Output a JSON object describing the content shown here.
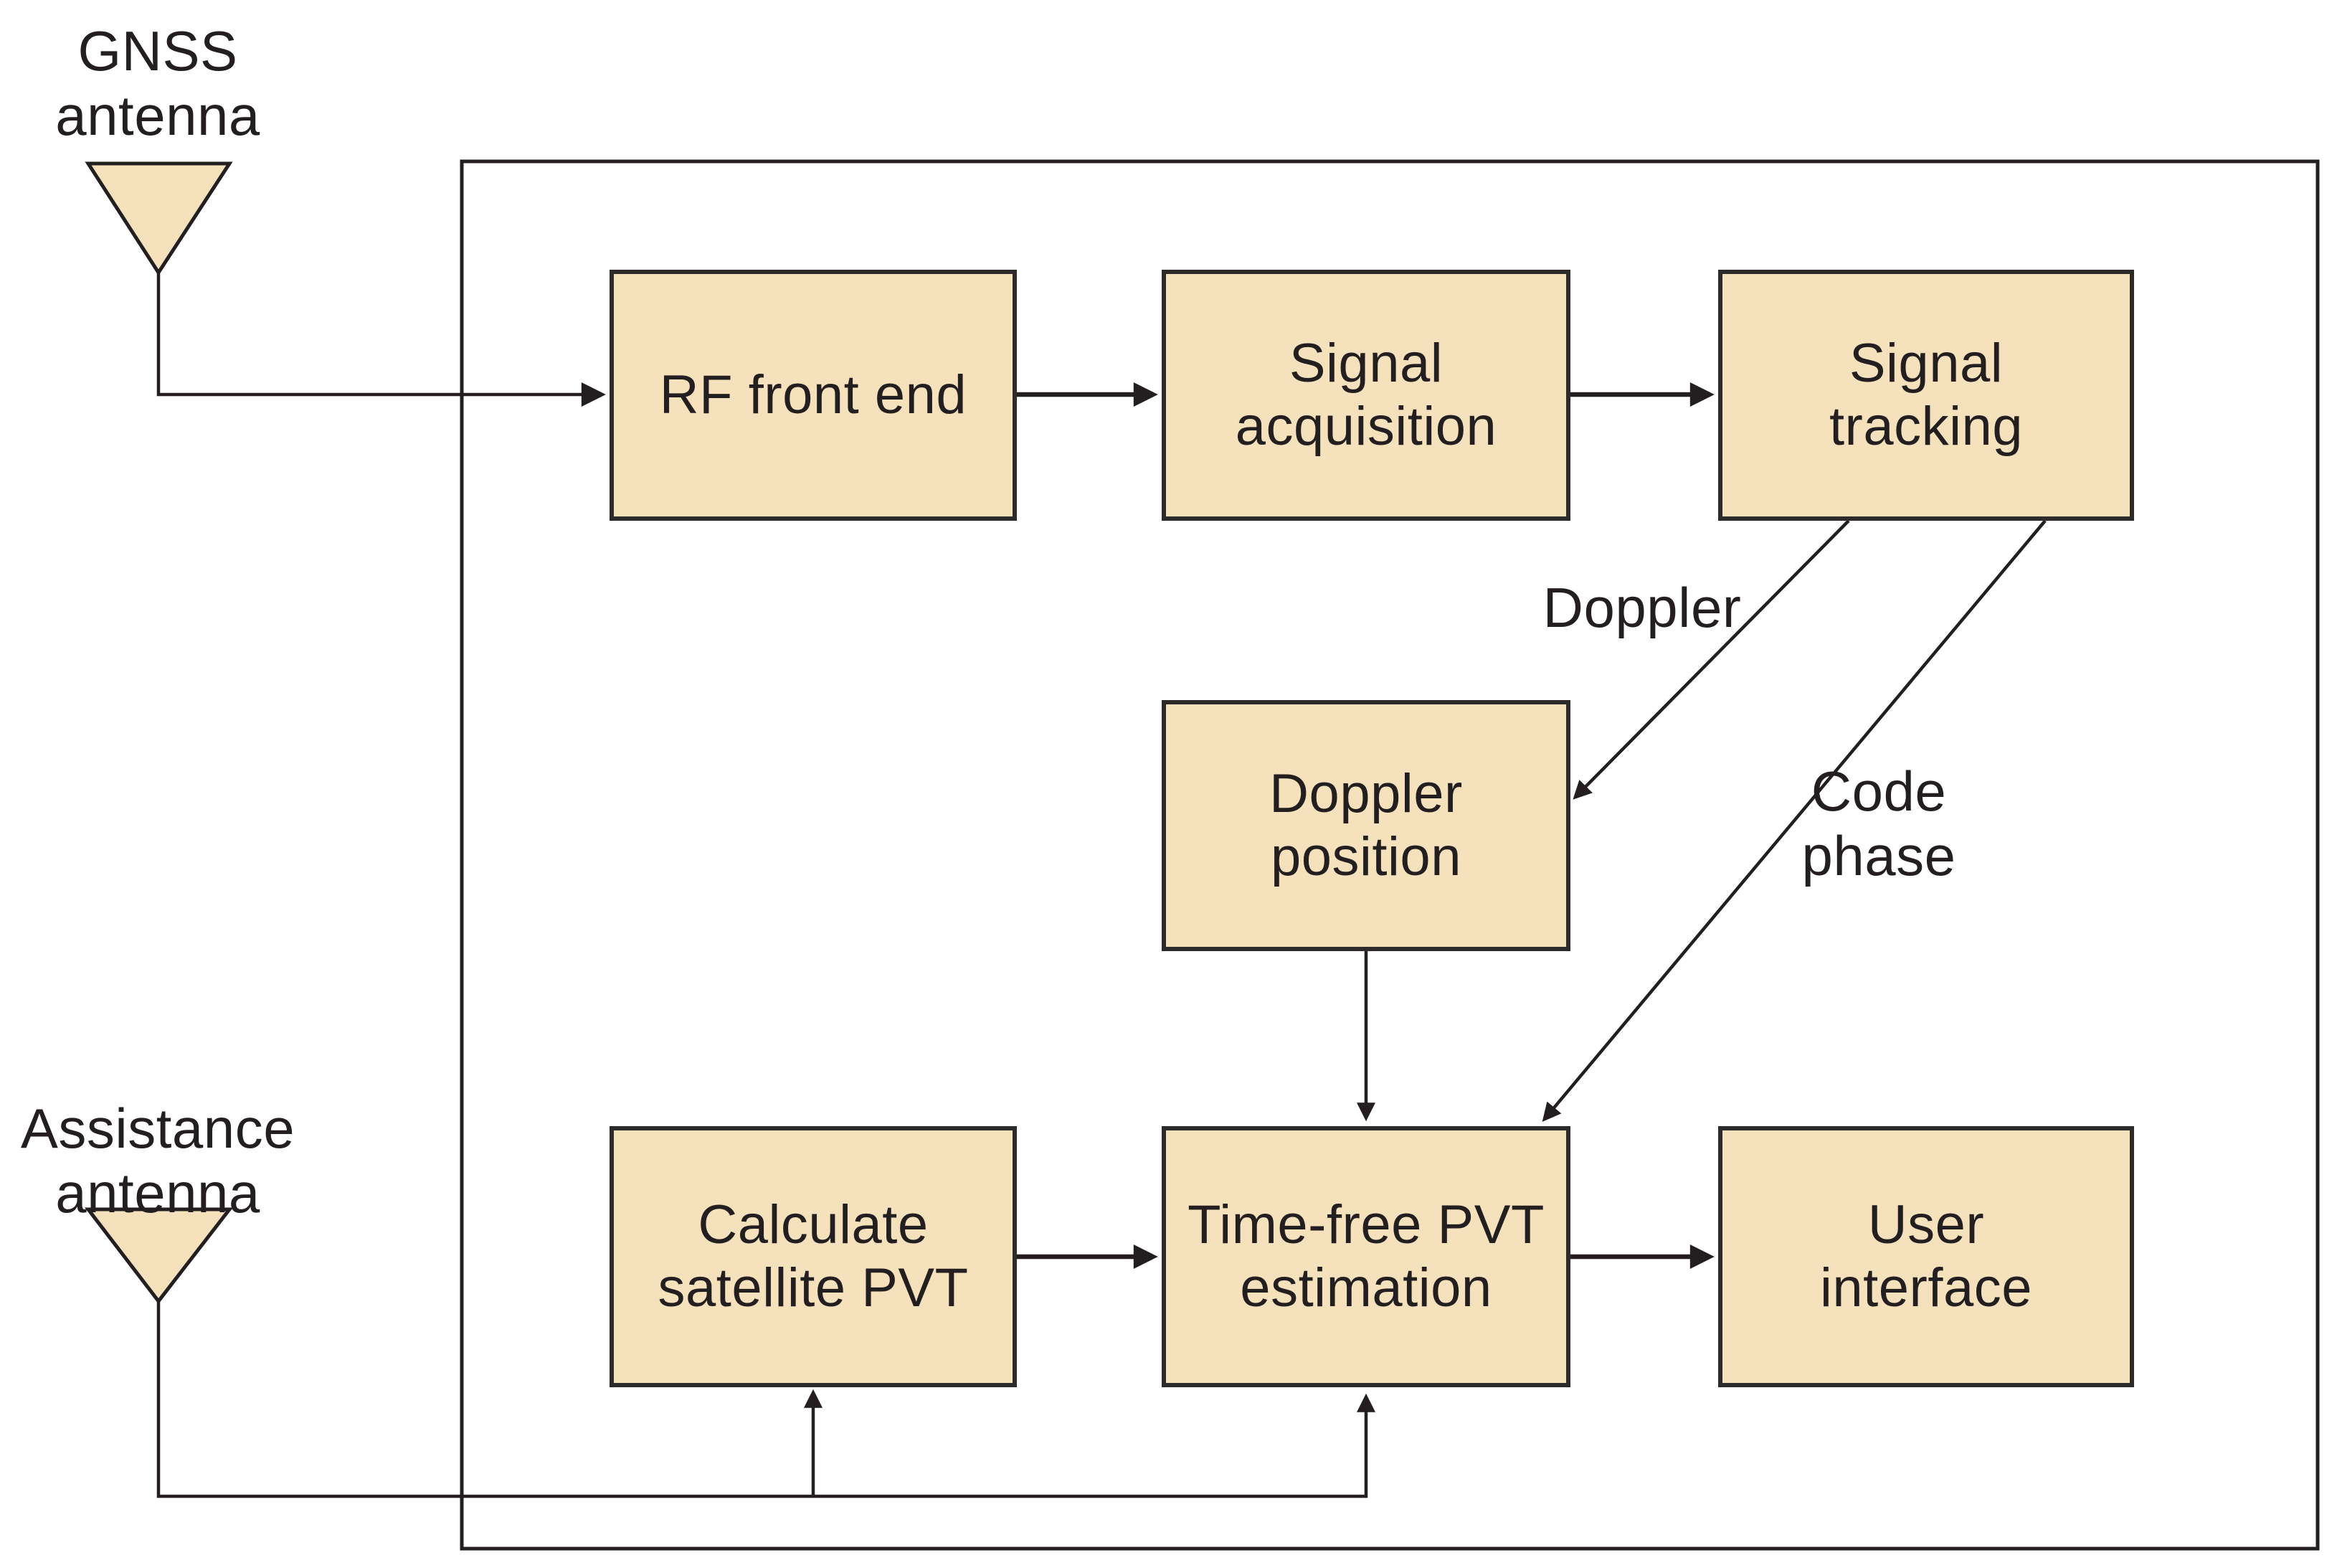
{
  "figure": {
    "background": "#ffffff",
    "line_color": "#231f20",
    "box_fill": "#f6e1bd",
    "box_border": "#2d2b29",
    "text_color": "#231f20"
  },
  "antennas": {
    "gnss": {
      "lines": [
        "GNSS",
        "antenna"
      ]
    },
    "assistance": {
      "lines": [
        "Assistance",
        "antenna"
      ]
    }
  },
  "blocks": {
    "rf_front_end": {
      "lines": [
        "RF front end"
      ]
    },
    "signal_acquisition": {
      "lines": [
        "Signal",
        "acquisition"
      ]
    },
    "signal_tracking": {
      "lines": [
        "Signal",
        "tracking"
      ]
    },
    "doppler_position": {
      "lines": [
        "Doppler",
        "position"
      ]
    },
    "calculate_satellite_pvt": {
      "lines": [
        "Calculate",
        "satellite PVT"
      ]
    },
    "time_free_pvt_estimation": {
      "lines": [
        "Time-free PVT",
        "estimation"
      ]
    },
    "user_interface": {
      "lines": [
        "User",
        "interface"
      ]
    }
  },
  "edge_labels": {
    "doppler": {
      "lines": [
        "Doppler"
      ]
    },
    "code_phase": {
      "lines": [
        "Code",
        "phase"
      ]
    }
  }
}
